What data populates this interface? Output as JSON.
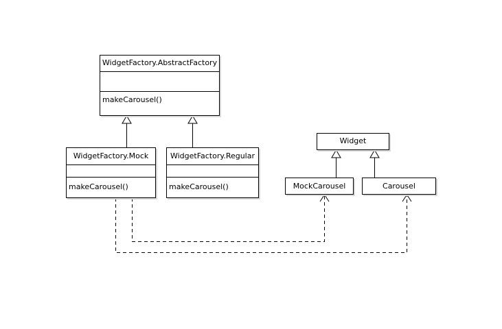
{
  "classes": {
    "abstract_factory": {
      "name": "WidgetFactory.AbstractFactory",
      "attributes": "",
      "operations": "makeCarousel()"
    },
    "mock_factory": {
      "name": "WidgetFactory.Mock",
      "attributes": "",
      "operations": "makeCarousel()"
    },
    "regular_factory": {
      "name": "WidgetFactory.Regular",
      "attributes": "",
      "operations": "makeCarousel()"
    },
    "widget": {
      "name": "Widget"
    },
    "mock_carousel": {
      "name": "MockCarousel"
    },
    "carousel": {
      "name": "Carousel"
    }
  },
  "relationships": [
    {
      "type": "generalization",
      "from": "WidgetFactory.Mock",
      "to": "WidgetFactory.AbstractFactory"
    },
    {
      "type": "generalization",
      "from": "WidgetFactory.Regular",
      "to": "WidgetFactory.AbstractFactory"
    },
    {
      "type": "generalization",
      "from": "MockCarousel",
      "to": "Widget"
    },
    {
      "type": "generalization",
      "from": "Carousel",
      "to": "Widget"
    },
    {
      "type": "dependency",
      "from": "WidgetFactory.Mock",
      "to": "MockCarousel"
    },
    {
      "type": "dependency",
      "from": "WidgetFactory.Mock",
      "to": "Carousel"
    }
  ],
  "colors": {
    "line": "#000000",
    "box_fill": "#ffffff",
    "shadow": "#d8d8d8"
  }
}
